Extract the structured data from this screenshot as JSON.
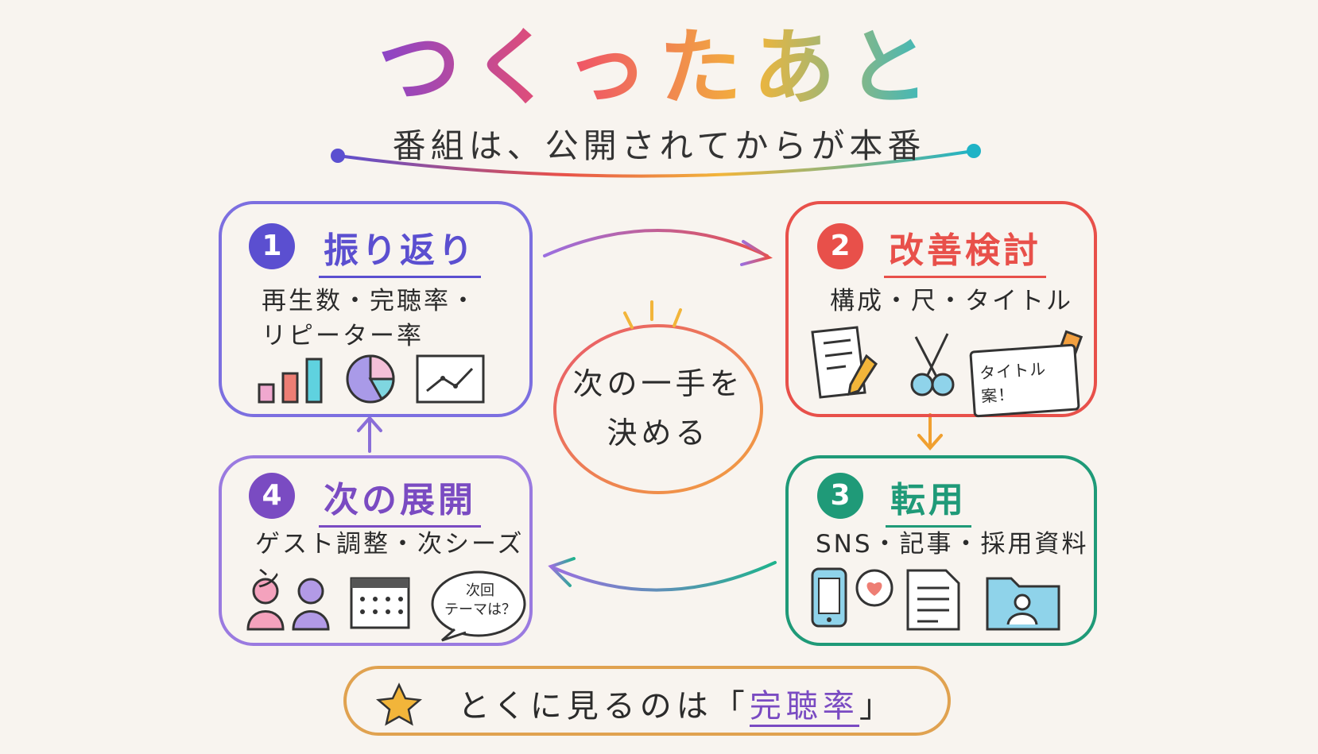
{
  "title": "つくったあと",
  "subtitle": "番組は、公開されてからが本番",
  "center": {
    "line1": "次の一手を",
    "line2": "決める"
  },
  "steps": [
    {
      "number": "1",
      "title": "振り返り",
      "desc_line1": "再生数・完聴率・",
      "desc_line2": "リピーター率",
      "color": "#5b4fd0",
      "icons": [
        "bar-chart-icon",
        "pie-chart-icon",
        "line-chart-icon"
      ]
    },
    {
      "number": "2",
      "title": "改善検討",
      "desc_line1": "構成・尺・タイトル",
      "color": "#e8504a",
      "note": "タイトル案！",
      "icons": [
        "document-pencil-icon",
        "scissors-icon",
        "title-note-icon"
      ]
    },
    {
      "number": "3",
      "title": "転用",
      "desc_line1": "SNS・記事・採用資料",
      "color": "#1f9a78",
      "icons": [
        "smartphone-heart-icon",
        "article-icon",
        "folder-profile-icon"
      ]
    },
    {
      "number": "4",
      "title": "次の展開",
      "desc_line1": "ゲスト調整・次シーズン",
      "color": "#7a4bc2",
      "bubble_line1": "次回",
      "bubble_line2": "テーマは？",
      "icons": [
        "people-icon",
        "calendar-icon",
        "speech-bubble-icon"
      ]
    }
  ],
  "bottom": {
    "prefix": "とくに見るのは「",
    "emphasis": "完聴率",
    "suffix": "」",
    "icon": "star-icon"
  },
  "colors": {
    "title_gradient": [
      "#8a45c9",
      "#ef4f6a",
      "#f2b53a",
      "#2fb8c6"
    ],
    "background": "#f8f4ef"
  }
}
